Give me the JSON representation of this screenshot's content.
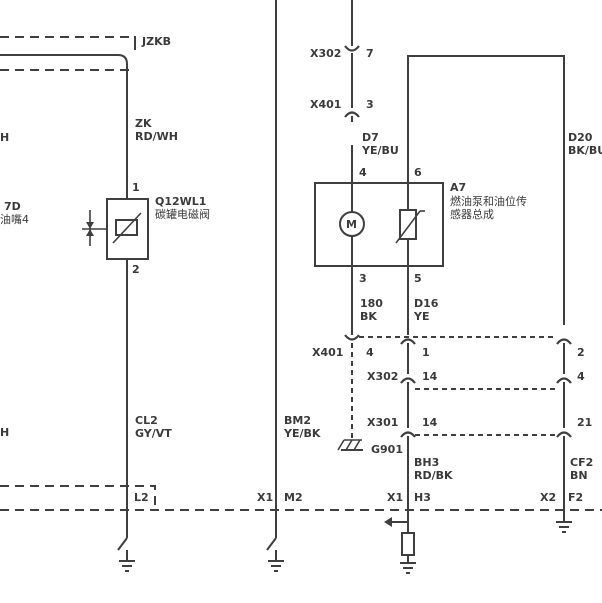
{
  "labels": {
    "jzkb": "JZKB",
    "x302_top": "X302",
    "x302_top_pin": "7",
    "x401_top": "X401",
    "x401_top_pin": "3",
    "zk_code": "ZK",
    "zk_color": "RD/WH",
    "left_h1": "H",
    "left_7d": "7D",
    "left_youzui": "油嘴4",
    "left_h2": "H",
    "q12_pin1": "1",
    "q12_pin2": "2",
    "q12_name": "Q12WL1",
    "q12_desc": "碳罐电磁阀",
    "d7_code": "D7",
    "d7_color": "YE/BU",
    "d20_code": "D20",
    "d20_color": "BK/BU",
    "a7_pin4": "4",
    "a7_pin6": "6",
    "a7_pin3": "3",
    "a7_pin5": "5",
    "a7_name": "A7",
    "a7_desc1": "燃油泵和油位传",
    "a7_desc2": "感器总成",
    "motor_symbol": "M",
    "w180_code": "180",
    "w180_color": "BK",
    "d16_code": "D16",
    "d16_color": "YE",
    "x401_mid": "X401",
    "x401_pin4": "4",
    "x401_pin1": "1",
    "x401_pin2": "2",
    "x302_mid": "X302",
    "x302_pin14": "14",
    "x302_pin4": "4",
    "x301": "X301",
    "x301_pin14": "14",
    "x301_pin21": "21",
    "g901": "G901",
    "cl2_code": "CL2",
    "cl2_color": "GY/VT",
    "bm2_code": "BM2",
    "bm2_color": "YE/BK",
    "bh3_code": "BH3",
    "bh3_color": "RD/BK",
    "cf2_code": "CF2",
    "cf2_color": "BN",
    "l2": "L2",
    "x1_a": "X1",
    "m2": "M2",
    "x1_b": "X1",
    "h3": "H3",
    "x2": "X2",
    "f2": "F2"
  },
  "colors": {
    "line": "#3f3f3f",
    "text": "#3a3a3a",
    "background": "#ffffff"
  }
}
